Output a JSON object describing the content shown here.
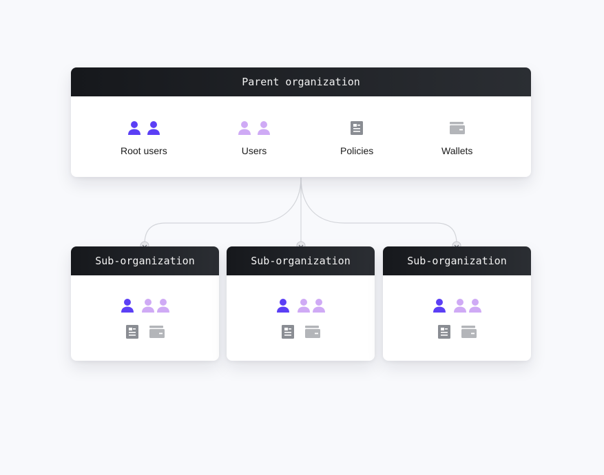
{
  "parent": {
    "title": "Parent organization",
    "items": [
      {
        "label": "Root users",
        "icon": "root-user-icon"
      },
      {
        "label": "Users",
        "icon": "user-icon"
      },
      {
        "label": "Policies",
        "icon": "policy-icon"
      },
      {
        "label": "Wallets",
        "icon": "wallet-icon"
      }
    ]
  },
  "subs": [
    {
      "title": "Sub-organization"
    },
    {
      "title": "Sub-organization"
    },
    {
      "title": "Sub-organization"
    }
  ],
  "colors": {
    "root_user": "#5b3ff5",
    "user": "#cfaaf5",
    "policy": "#8a8d93",
    "wallet": "#b3b5b9",
    "header": "#1c1e22",
    "connector": "#d3d5da"
  }
}
